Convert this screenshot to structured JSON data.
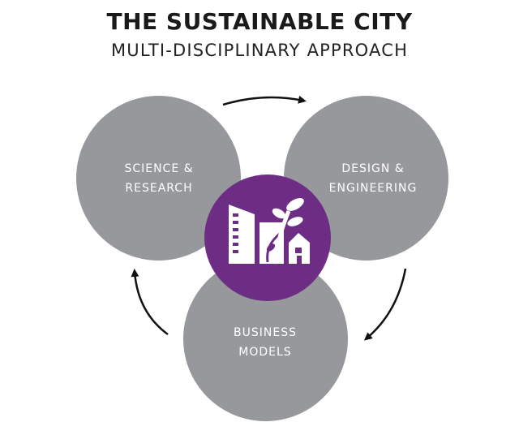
{
  "header": {
    "title": "THE SUSTAINABLE CITY",
    "subtitle": "MULTI-DISCIPLINARY APPROACH"
  },
  "nodes": [
    {
      "id": "science",
      "line1": "SCIENCE &",
      "line2": "RESEARCH"
    },
    {
      "id": "design",
      "line1": "DESIGN &",
      "line2": "ENGINEERING"
    },
    {
      "id": "business",
      "line1": "BUSINESS",
      "line2": "MODELS"
    }
  ],
  "colors": {
    "circle": "#939598",
    "center": "#6e2d84",
    "arrow": "#111111",
    "text_on_circle": "#ffffff"
  },
  "center_icon": "sustainable-city-icon",
  "cycle_direction": "clockwise"
}
